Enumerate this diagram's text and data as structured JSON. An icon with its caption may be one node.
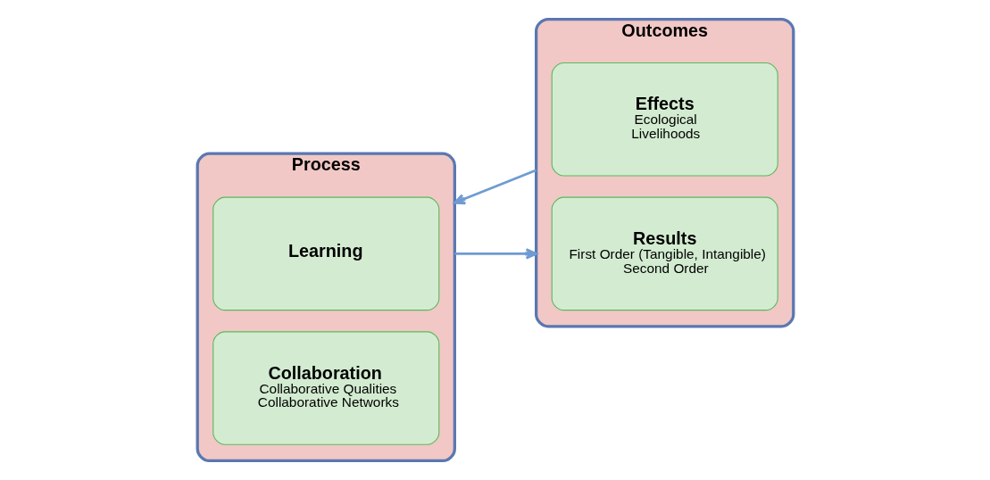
{
  "diagram": {
    "nodes": [
      {
        "text": [
          "Process"
        ]
      },
      {
        "text": [
          "Collaboration",
          "Collaborative Qualities",
          "Collaborative Networks"
        ],
        "in": 0
      },
      {
        "text": [
          "Learning"
        ],
        "in": 0
      },
      {
        "text": [
          "Outcomes"
        ]
      },
      {
        "text": [
          "Results",
          "First Order (Tangible, Intangible)",
          "Second Order"
        ],
        "in": 3
      },
      {
        "text": [
          "Effects",
          "Ecological",
          "Livelihoods"
        ],
        "in": 3
      }
    ],
    "edges": [
      {
        "from": 0,
        "to": 3,
        "arrow": "to"
      },
      {
        "from": 3,
        "to": 0,
        "arrow": "to"
      }
    ]
  }
}
